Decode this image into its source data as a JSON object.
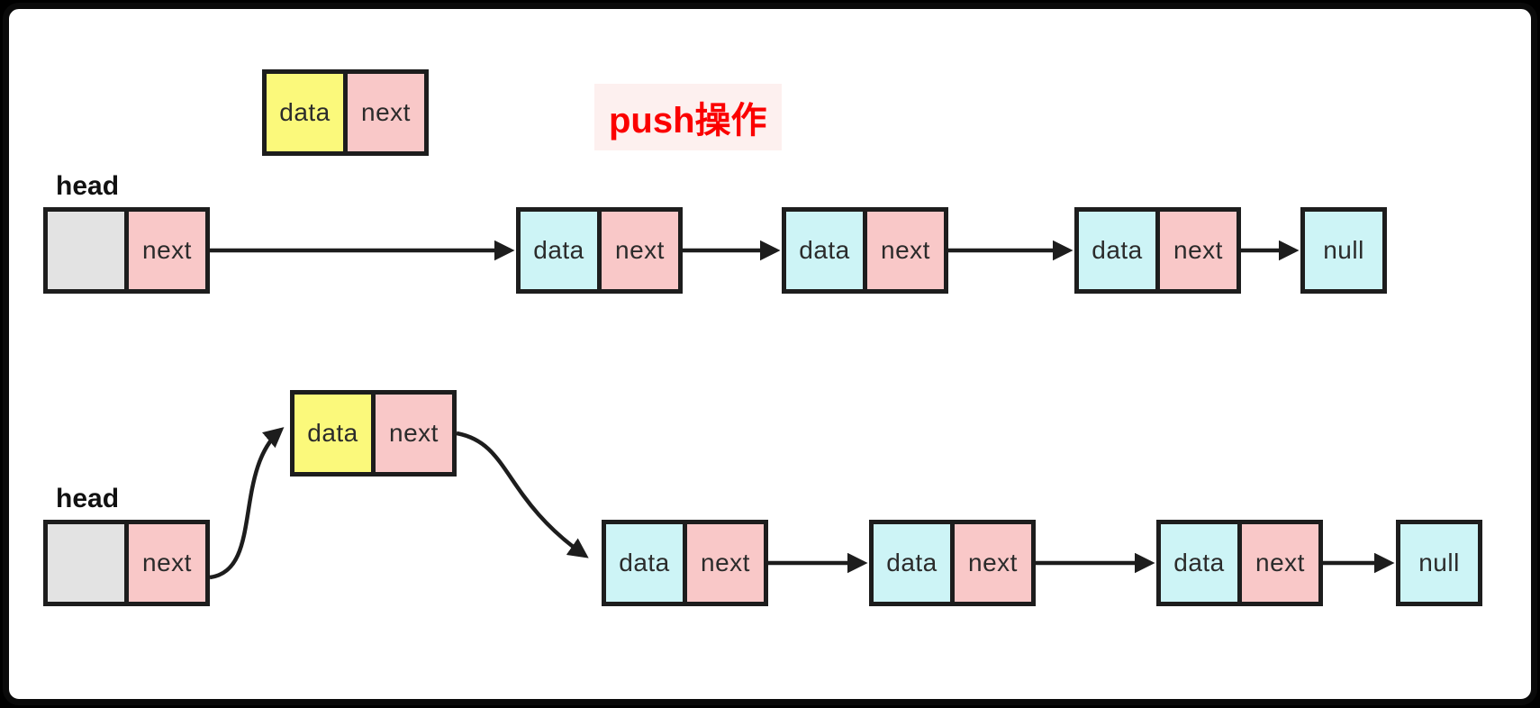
{
  "annotation": {
    "label": "push操作"
  },
  "node_template": {
    "data": "data",
    "next": "next"
  },
  "list_before": {
    "head_label": "head",
    "head_pointer": {
      "next": "next"
    },
    "nodes": [
      {
        "data": "data",
        "next": "next"
      },
      {
        "data": "data",
        "next": "next"
      },
      {
        "data": "data",
        "next": "next"
      }
    ],
    "tail": "null"
  },
  "list_after": {
    "head_label": "head",
    "head_pointer": {
      "next": "next"
    },
    "new_node": {
      "data": "data",
      "next": "next"
    },
    "nodes": [
      {
        "data": "data",
        "next": "next"
      },
      {
        "data": "data",
        "next": "next"
      },
      {
        "data": "data",
        "next": "next"
      }
    ],
    "tail": "null"
  },
  "colors": {
    "accent_red": "#fb0000",
    "highlight_pink": "#fdf0ef",
    "data_cyan": "#cdf4f6",
    "data_yellow": "#fbf97b",
    "next_pink": "#f9c8c8",
    "head_gray": "#e3e3e3",
    "line_black": "#1d1d1d"
  }
}
